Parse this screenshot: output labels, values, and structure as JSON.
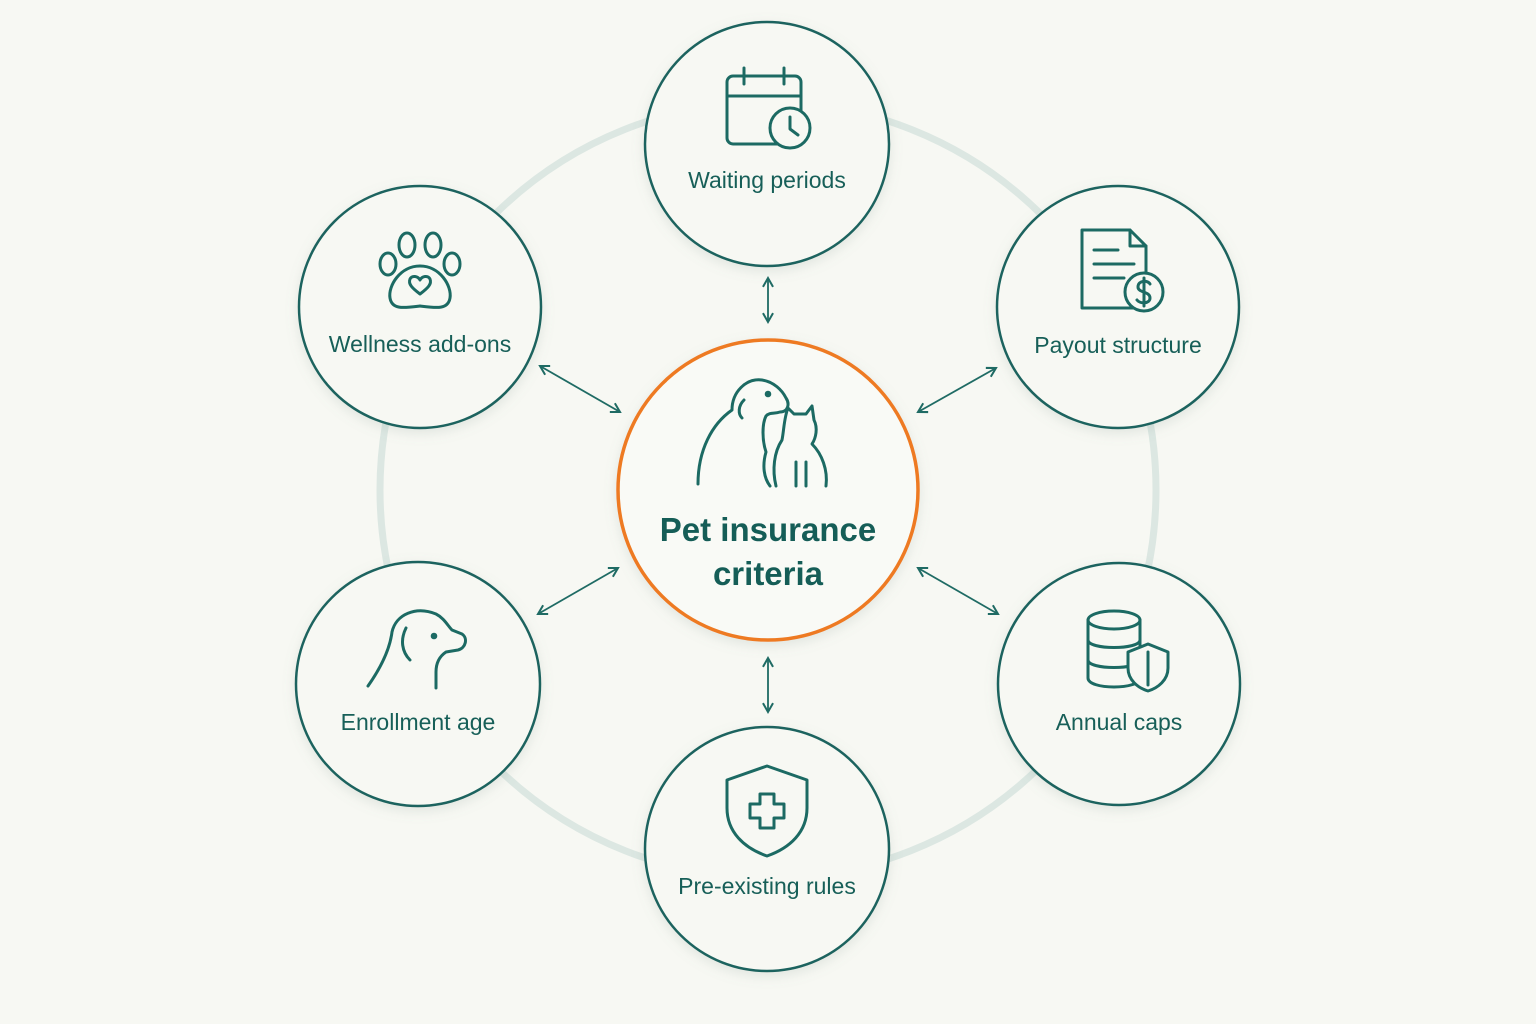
{
  "center": {
    "label_line1": "Pet insurance",
    "label_line2": "criteria",
    "icon": "dog-and-cat-icon",
    "accent": "#ee7a23"
  },
  "nodes": [
    {
      "key": "waiting",
      "label": "Waiting periods",
      "icon": "calendar-clock-icon"
    },
    {
      "key": "payout",
      "label": "Payout structure",
      "icon": "document-dollar-icon"
    },
    {
      "key": "caps",
      "label": "Annual caps",
      "icon": "database-shield-icon"
    },
    {
      "key": "preexisting",
      "label": "Pre-existing rules",
      "icon": "shield-cross-icon"
    },
    {
      "key": "enrollment",
      "label": "Enrollment age",
      "icon": "dog-head-icon"
    },
    {
      "key": "wellness",
      "label": "Wellness add-ons",
      "icon": "paw-heart-icon"
    }
  ],
  "colors": {
    "background": "#f7f8f3",
    "node_stroke": "#1d645e",
    "text": "#175f58",
    "ring": "#dce7e2",
    "center_stroke": "#ee7a23"
  }
}
